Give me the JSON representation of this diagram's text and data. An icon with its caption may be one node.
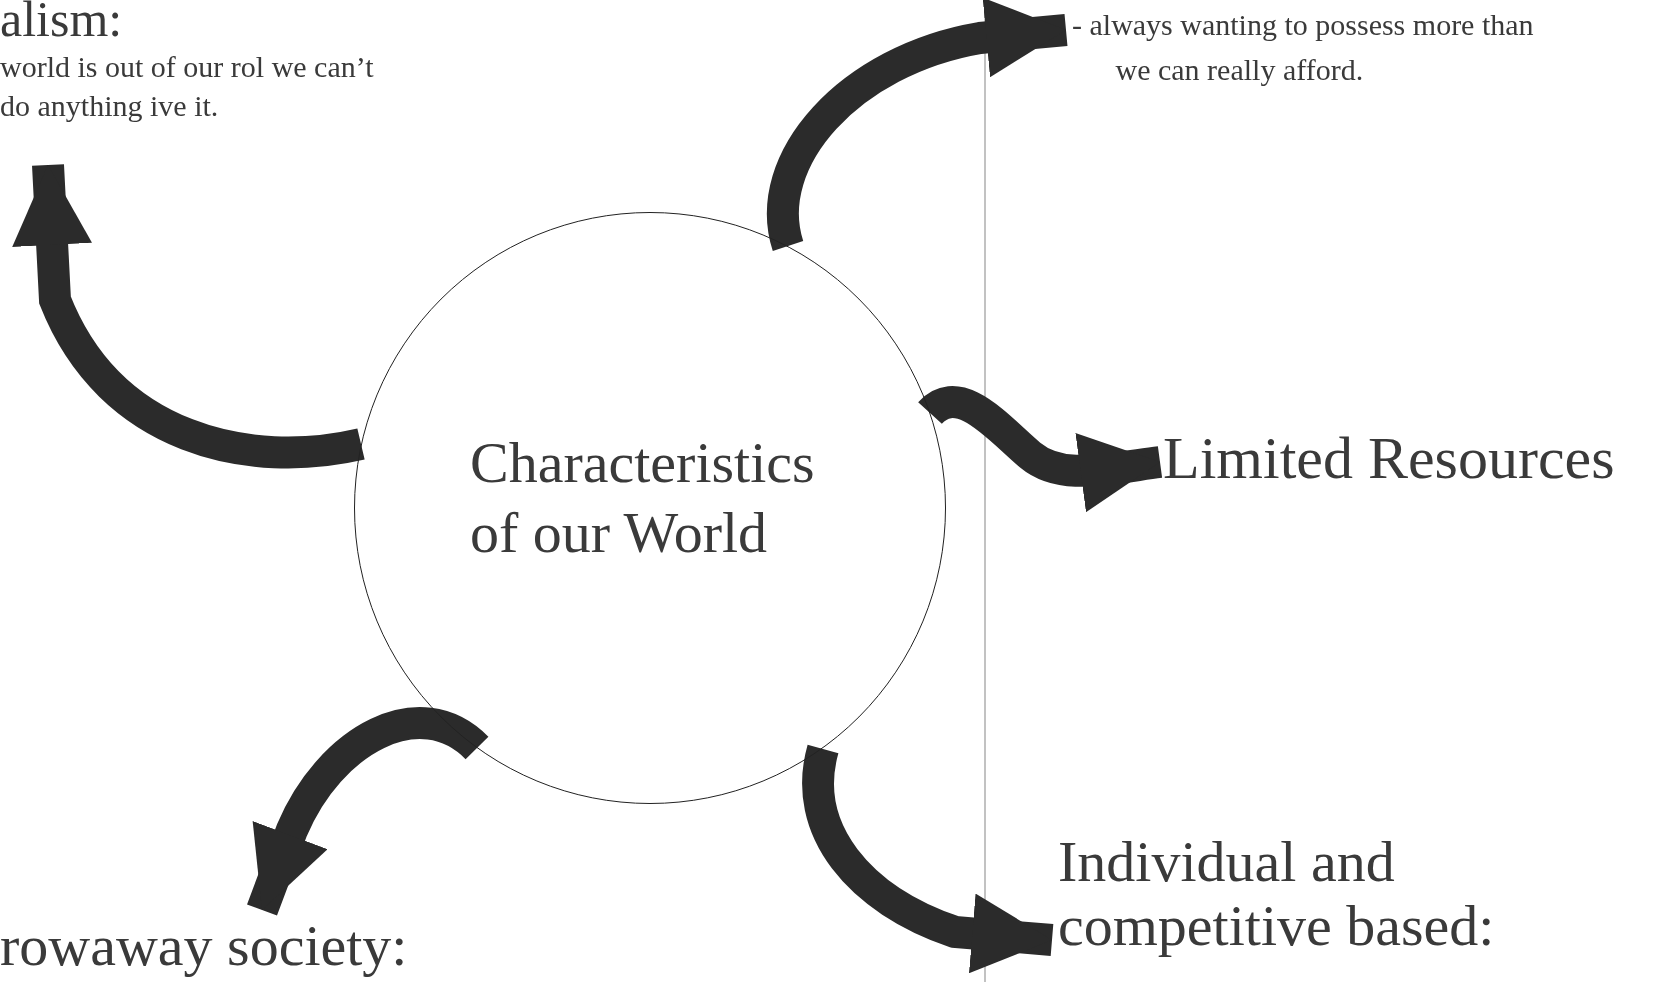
{
  "diagram": {
    "nodes": [
      {
        "text": [
          "Characteristics of our World"
        ]
      },
      {
        "text": [
          "alism:",
          "world is out of our rol we can’t do anything ive it."
        ]
      },
      {
        "text": [
          "- always wanting to possess more than we can really afford."
        ]
      },
      {
        "text": [
          "Limited Resources"
        ]
      },
      {
        "text": [
          "Individual and competitive based:"
        ]
      },
      {
        "text": [
          "rowaway society:"
        ]
      }
    ],
    "edges": [
      {
        "from": 0,
        "to": 1,
        "arrow": "to"
      },
      {
        "from": 0,
        "to": 2,
        "arrow": "to"
      },
      {
        "from": 0,
        "to": 3,
        "arrow": "to"
      },
      {
        "from": 0,
        "to": 4,
        "arrow": "to"
      },
      {
        "from": 0,
        "to": 5,
        "arrow": "to"
      }
    ]
  }
}
